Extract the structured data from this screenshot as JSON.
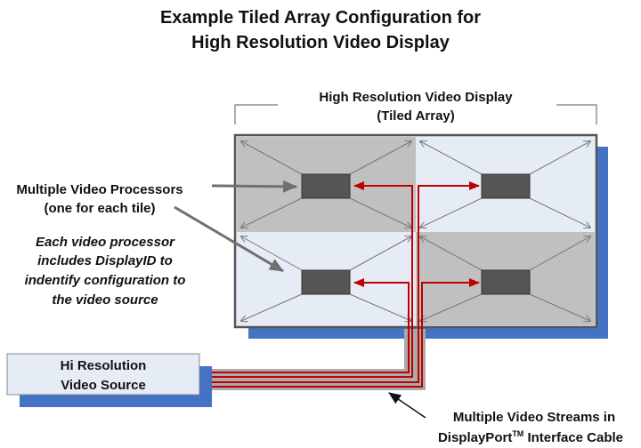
{
  "title": {
    "line1": "Example Tiled Array Configuration for",
    "line2": "High Resolution Video Display"
  },
  "display_label": {
    "line1": "High Resolution Video Display",
    "line2": "(Tiled Array)"
  },
  "processors_label": {
    "line1": "Multiple Video Processors",
    "line2": "(one for each tile)"
  },
  "displayid_note": [
    "Each video processor",
    "includes DisplayID to",
    "indentify configuration to",
    "the video source"
  ],
  "source_box": {
    "line1": "Hi Resolution",
    "line2": "Video Source"
  },
  "cable_label": {
    "line1": "Multiple Video Streams in",
    "line2a": "DisplayPort",
    "tm": "TM",
    "line2b": " Interface Cable"
  },
  "colors": {
    "shadow": "#4472c4",
    "stream": "#c00000",
    "tile_dark": "#c0c0c0",
    "tile_light": "#e6ecf6",
    "processor": "#555555"
  }
}
